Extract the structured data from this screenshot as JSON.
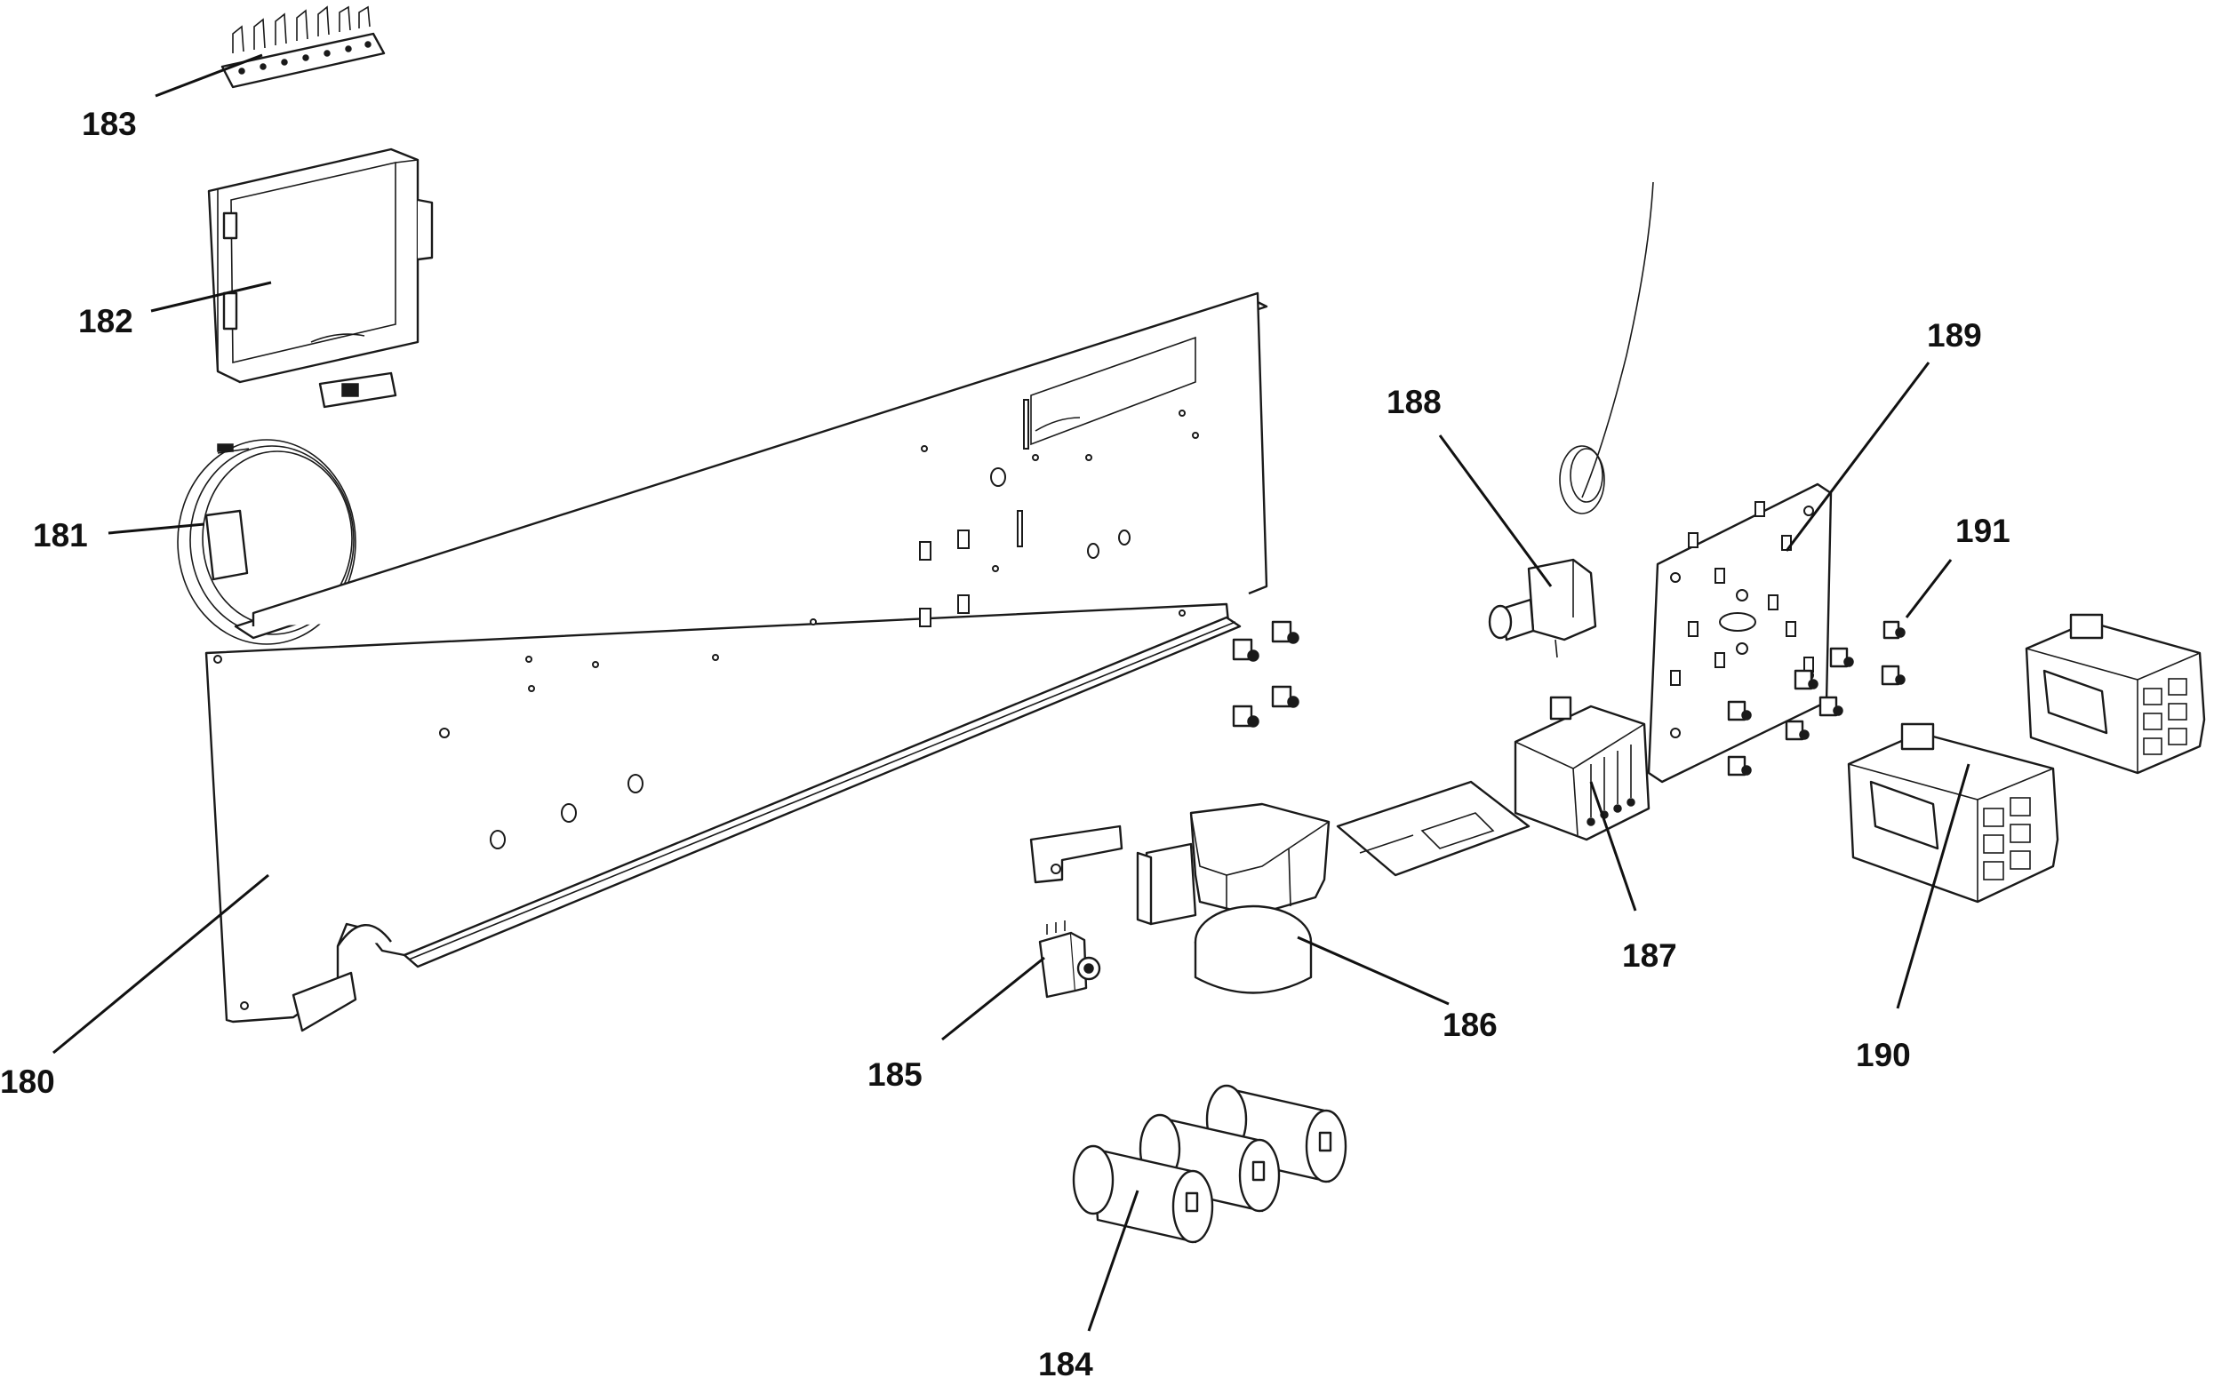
{
  "diagram": {
    "type": "exploded-parts-view",
    "callouts": [
      {
        "id": "180",
        "label": "180"
      },
      {
        "id": "181",
        "label": "181"
      },
      {
        "id": "182",
        "label": "182"
      },
      {
        "id": "183",
        "label": "183"
      },
      {
        "id": "184",
        "label": "184"
      },
      {
        "id": "185",
        "label": "185"
      },
      {
        "id": "186",
        "label": "186"
      },
      {
        "id": "187",
        "label": "187"
      },
      {
        "id": "188",
        "label": "188"
      },
      {
        "id": "189",
        "label": "189"
      },
      {
        "id": "190",
        "label": "190"
      },
      {
        "id": "191",
        "label": "191"
      }
    ]
  }
}
